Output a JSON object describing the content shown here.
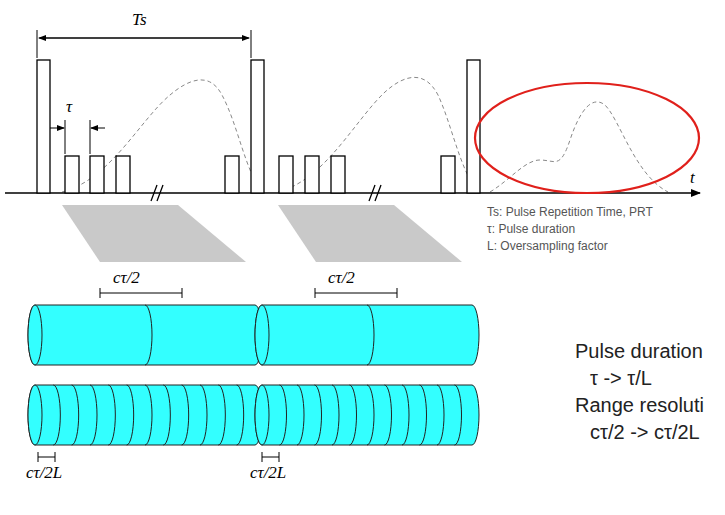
{
  "diagram": {
    "labels": [
      "Ts",
      "τ",
      "t",
      "Ts: Pulse Repetition Time, PRT",
      "τ: Pulse duration",
      "L: Oversampling factor",
      "cτ/2",
      "cτ/2",
      "cτ/2L",
      "cτ/2L",
      "Pulse duration",
      "τ -> τ/L",
      "Range resoluti",
      "cτ/2 -> cτ/2L"
    ]
  }
}
